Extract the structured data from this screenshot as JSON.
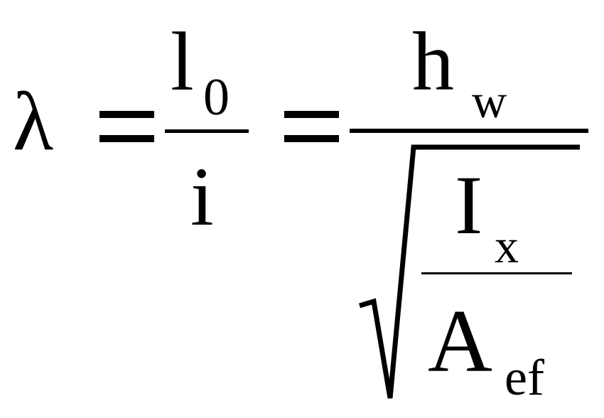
{
  "formula": {
    "lambda": "λ",
    "l": "l",
    "l_subscript": "0",
    "i": "i",
    "h": "h",
    "h_subscript": "w",
    "I": "I",
    "I_subscript": "x",
    "A": "A",
    "A_subscript": "ef"
  }
}
